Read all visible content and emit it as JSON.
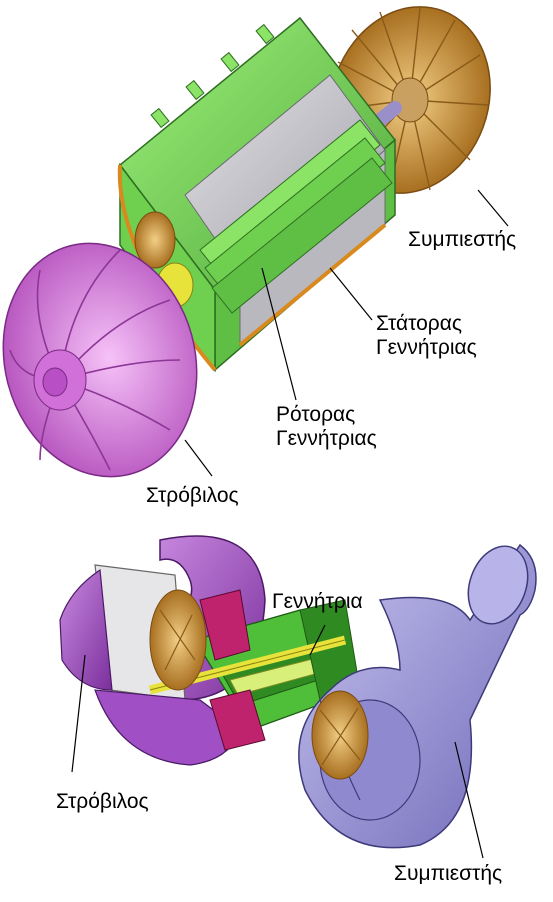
{
  "top_figure": {
    "labels": {
      "compressor": "Συμπιεστής",
      "stator_line1": "Στάτορας",
      "stator_line2": "Γεννήτριας",
      "rotor_line1": "Ρότορας",
      "rotor_line2": "Γεννήτριας",
      "turbine": "Στρόβιλος"
    }
  },
  "bottom_figure": {
    "labels": {
      "generator": "Γεννήτρια",
      "turbine": "Στρόβιλος",
      "compressor": "Συμπιεστής"
    }
  },
  "colors": {
    "stator_green": "#7ed957",
    "stator_green_dark": "#4fa83a",
    "core_gray": "#c8c8cc",
    "turbine_pink": "#e08ae6",
    "compressor_gold": "#d9a24a",
    "housing_purple": "#b05fd0",
    "compressor_housing": "#9b95d9",
    "rotor_magenta": "#c0236e",
    "shaft_yellow": "#e8e33a"
  }
}
